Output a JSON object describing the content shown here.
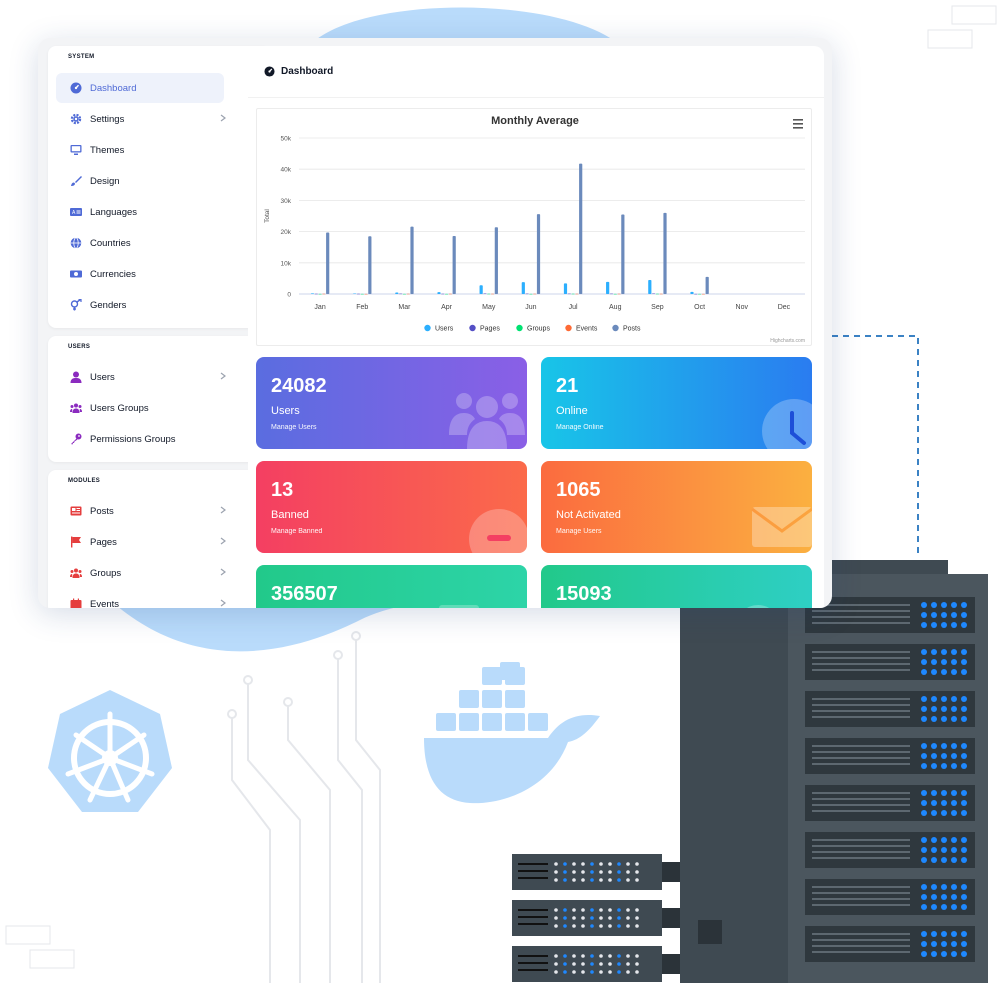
{
  "colors": {
    "accent": "#4f6ad6",
    "users": "#2caffe",
    "pages": "#544fc5",
    "groups": "#00e272",
    "events": "#fe6a35",
    "posts": "#6b8abc",
    "illustration_blue": "#b9dbfb"
  },
  "sidebar": {
    "system": {
      "title": "SYSTEM",
      "items": [
        {
          "label": "Dashboard",
          "icon": "dashboard-icon",
          "active": true
        },
        {
          "label": "Settings",
          "icon": "gear-icon",
          "chevron": true
        },
        {
          "label": "Themes",
          "icon": "monitor-icon"
        },
        {
          "label": "Design",
          "icon": "brush-icon"
        },
        {
          "label": "Languages",
          "icon": "language-icon"
        },
        {
          "label": "Countries",
          "icon": "globe-icon"
        },
        {
          "label": "Currencies",
          "icon": "money-icon"
        },
        {
          "label": "Genders",
          "icon": "gender-icon"
        }
      ]
    },
    "users": {
      "title": "USERS",
      "items": [
        {
          "label": "Users",
          "icon": "user-icon",
          "chevron": true
        },
        {
          "label": "Users Groups",
          "icon": "users-group-icon"
        },
        {
          "label": "Permissions Groups",
          "icon": "key-icon"
        }
      ]
    },
    "modules": {
      "title": "MODULES",
      "items": [
        {
          "label": "Posts",
          "icon": "newspaper-icon",
          "chevron": true
        },
        {
          "label": "Pages",
          "icon": "flag-icon",
          "chevron": true
        },
        {
          "label": "Groups",
          "icon": "groups-icon",
          "chevron": true
        },
        {
          "label": "Events",
          "icon": "calendar-icon",
          "chevron": true
        }
      ]
    }
  },
  "header": {
    "title": "Dashboard",
    "icon": "dashboard-icon"
  },
  "chart_data": {
    "type": "bar",
    "title": "Monthly Average",
    "ylabel": "Total",
    "xlabel": "",
    "ylim": [
      0,
      50000
    ],
    "yticks": [
      "0",
      "10k",
      "20k",
      "30k",
      "40k",
      "50k"
    ],
    "categories": [
      "Jan",
      "Feb",
      "Mar",
      "Apr",
      "May",
      "Jun",
      "Jul",
      "Aug",
      "Sep",
      "Oct",
      "Nov",
      "Dec"
    ],
    "series": [
      {
        "name": "Users",
        "values": [
          200,
          150,
          500,
          600,
          2800,
          3800,
          3400,
          3900,
          4500,
          700,
          0,
          0
        ]
      },
      {
        "name": "Pages",
        "values": [
          100,
          80,
          120,
          100,
          150,
          130,
          140,
          120,
          150,
          60,
          0,
          0
        ]
      },
      {
        "name": "Groups",
        "values": [
          50,
          40,
          60,
          50,
          70,
          60,
          65,
          55,
          70,
          30,
          0,
          0
        ]
      },
      {
        "name": "Events",
        "values": [
          80,
          60,
          90,
          70,
          100,
          90,
          95,
          85,
          100,
          40,
          0,
          0
        ]
      },
      {
        "name": "Posts",
        "values": [
          19700,
          18500,
          21600,
          18600,
          21400,
          25600,
          41800,
          25500,
          26000,
          5500,
          0,
          0
        ]
      }
    ],
    "legend_position": "bottom-center",
    "grid": true,
    "credit": "Highcharts.com"
  },
  "stats": [
    {
      "value": "24082",
      "label": "Users",
      "sub": "Manage Users",
      "icon": "users-icon"
    },
    {
      "value": "21",
      "label": "Online",
      "sub": "Manage Online",
      "icon": "clock-icon"
    },
    {
      "value": "13",
      "label": "Banned",
      "sub": "Manage Banned",
      "icon": "minus-circle-icon"
    },
    {
      "value": "1065",
      "label": "Not Activated",
      "sub": "Manage Users",
      "icon": "envelope-icon"
    },
    {
      "value": "356507",
      "label": "",
      "sub": "",
      "icon": "posts-icon"
    },
    {
      "value": "15093",
      "label": "",
      "sub": "",
      "icon": "pages-icon"
    }
  ]
}
